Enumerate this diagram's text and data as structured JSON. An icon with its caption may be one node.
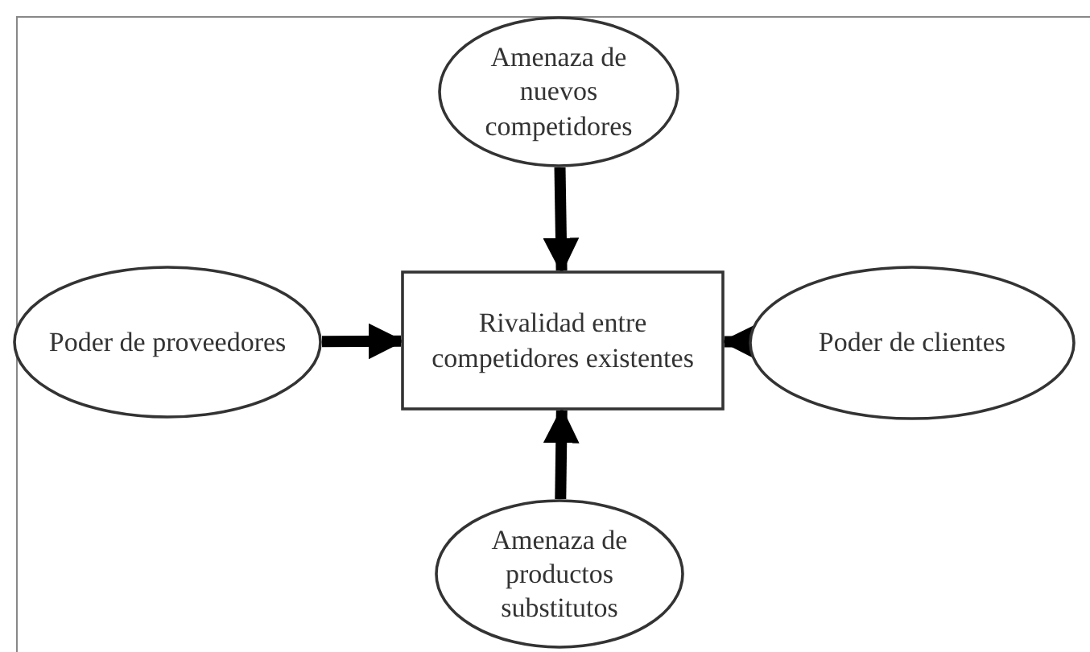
{
  "diagram": {
    "nodes": [
      {
        "text": [
          "Amenaza de nuevos competidores"
        ]
      },
      {
        "text": [
          "Poder de proveedores"
        ]
      },
      {
        "text": [
          "Rivalidad entre competidores existentes"
        ]
      },
      {
        "text": [
          "Poder de clientes"
        ]
      },
      {
        "text": [
          "Amenaza de productos substitutos"
        ]
      }
    ],
    "edges": [
      {
        "from": 0,
        "to": 2,
        "arrow": "to"
      },
      {
        "from": 1,
        "to": 2,
        "arrow": "to"
      },
      {
        "from": 3,
        "to": 2,
        "arrow": "to"
      },
      {
        "from": 4,
        "to": 2,
        "arrow": "to"
      }
    ]
  }
}
